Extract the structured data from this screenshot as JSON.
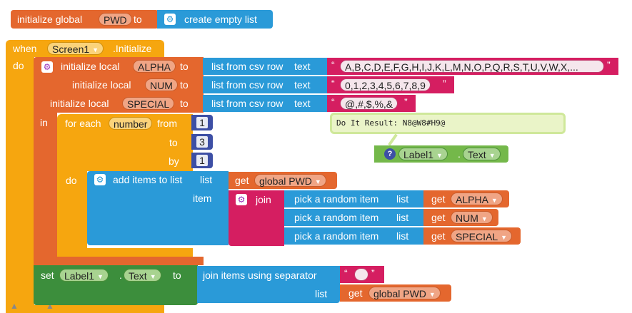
{
  "global_block": {
    "keyword": "initialize global",
    "var": "PWD",
    "to": "to",
    "create": "create empty list"
  },
  "event": {
    "when": "when",
    "component": "Screen1",
    "event": ".Initialize",
    "do": "do"
  },
  "locals": {
    "keyword": "initialize local",
    "to": "to",
    "list_block": "list from csv row",
    "text_label": "text",
    "items": [
      {
        "name": "ALPHA",
        "value": "A,B,C,D,E,F,G,H,I,J,K,L,M,N,O,P,Q,R,S,T,U,V,W,X,..."
      },
      {
        "name": "NUM",
        "value": "0,1,2,3,4,5,6,7,8,9"
      },
      {
        "name": "SPECIAL",
        "value": "@,#,$,%,&"
      }
    ],
    "in": "in"
  },
  "for_each": {
    "keyword": "for each",
    "var": "number",
    "from": "from",
    "from_val": "1",
    "to": "to",
    "to_val": "3",
    "by": "by",
    "by_val": "1",
    "do": "do"
  },
  "add_items": {
    "keyword": "add items to list",
    "list_label": "list",
    "item_label": "item",
    "get": "get",
    "global_var": "global PWD"
  },
  "join": {
    "keyword": "join",
    "pick": "pick a random item",
    "list_label": "list",
    "get": "get",
    "vars": [
      "ALPHA",
      "NUM",
      "SPECIAL"
    ]
  },
  "tooltip": {
    "text": "Do It Result: N8@W8#H9@"
  },
  "label_block": {
    "component": "Label1",
    "dot": ".",
    "prop": "Text"
  },
  "set_block": {
    "set": "set",
    "component": "Label1",
    "dot": ".",
    "prop": "Text",
    "to": "to",
    "join_sep": "join items using separator",
    "list_label": "list",
    "get": "get",
    "global_var": "global PWD",
    "sep_value": " "
  },
  "quote_open": "“",
  "quote_close": "”",
  "colors": {
    "orange": "#e4672e",
    "yellow": "#f6a60f",
    "blue": "#2a9ad8",
    "pink": "#d51e61",
    "green": "#3c8e3c"
  }
}
